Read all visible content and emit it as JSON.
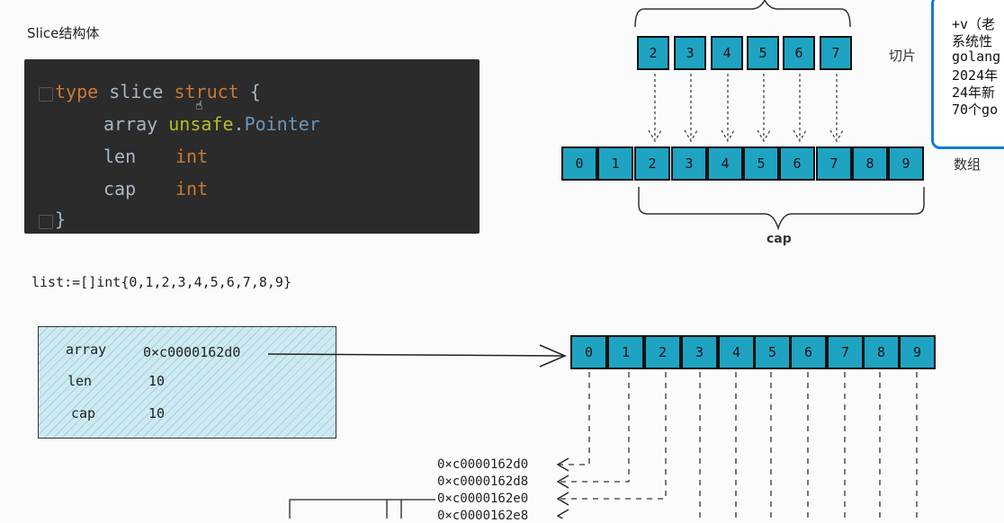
{
  "title": "Slice结构体",
  "code": {
    "line1": {
      "kw": "type",
      "name": " slice ",
      "kw2": "struct",
      "brace": " {"
    },
    "line2": {
      "field": "array",
      "pkg": "unsafe",
      "dot": ".",
      "type": "Pointer"
    },
    "line3": {
      "field": "len",
      "type": "int"
    },
    "line4": {
      "field": "cap",
      "type": "int"
    },
    "line5": {
      "brace": "}"
    }
  },
  "list_literal": "list:=[]int{0,1,2,3,4,5,6,7,8,9}",
  "struct_box": {
    "rows": [
      {
        "name": "array",
        "value": "0×c0000162d0"
      },
      {
        "name": "len",
        "value": "10"
      },
      {
        "name": "cap",
        "value": "10"
      }
    ]
  },
  "slice_diagram": {
    "slice_cells": [
      "2",
      "3",
      "4",
      "5",
      "6",
      "7"
    ],
    "slice_label": "切片",
    "array_cells": [
      "0",
      "1",
      "2",
      "3",
      "4",
      "5",
      "6",
      "7",
      "8",
      "9"
    ],
    "array_label": "数组",
    "cap_label": "cap"
  },
  "memory_array": {
    "cells": [
      "0",
      "1",
      "2",
      "3",
      "4",
      "5",
      "6",
      "7",
      "8",
      "9"
    ],
    "addresses": [
      "0×c0000162d0",
      "0×c0000162d8",
      "0×c0000162e0",
      "0×c0000162e8"
    ]
  },
  "overlay_panel": {
    "lines": [
      "+v（老",
      "系统性",
      "golang",
      "2024年",
      "24年新",
      "70个go"
    ]
  },
  "colors": {
    "cell": "#1ea4c2",
    "code_bg": "#2b2b2b",
    "panel_border": "#1479d8"
  }
}
